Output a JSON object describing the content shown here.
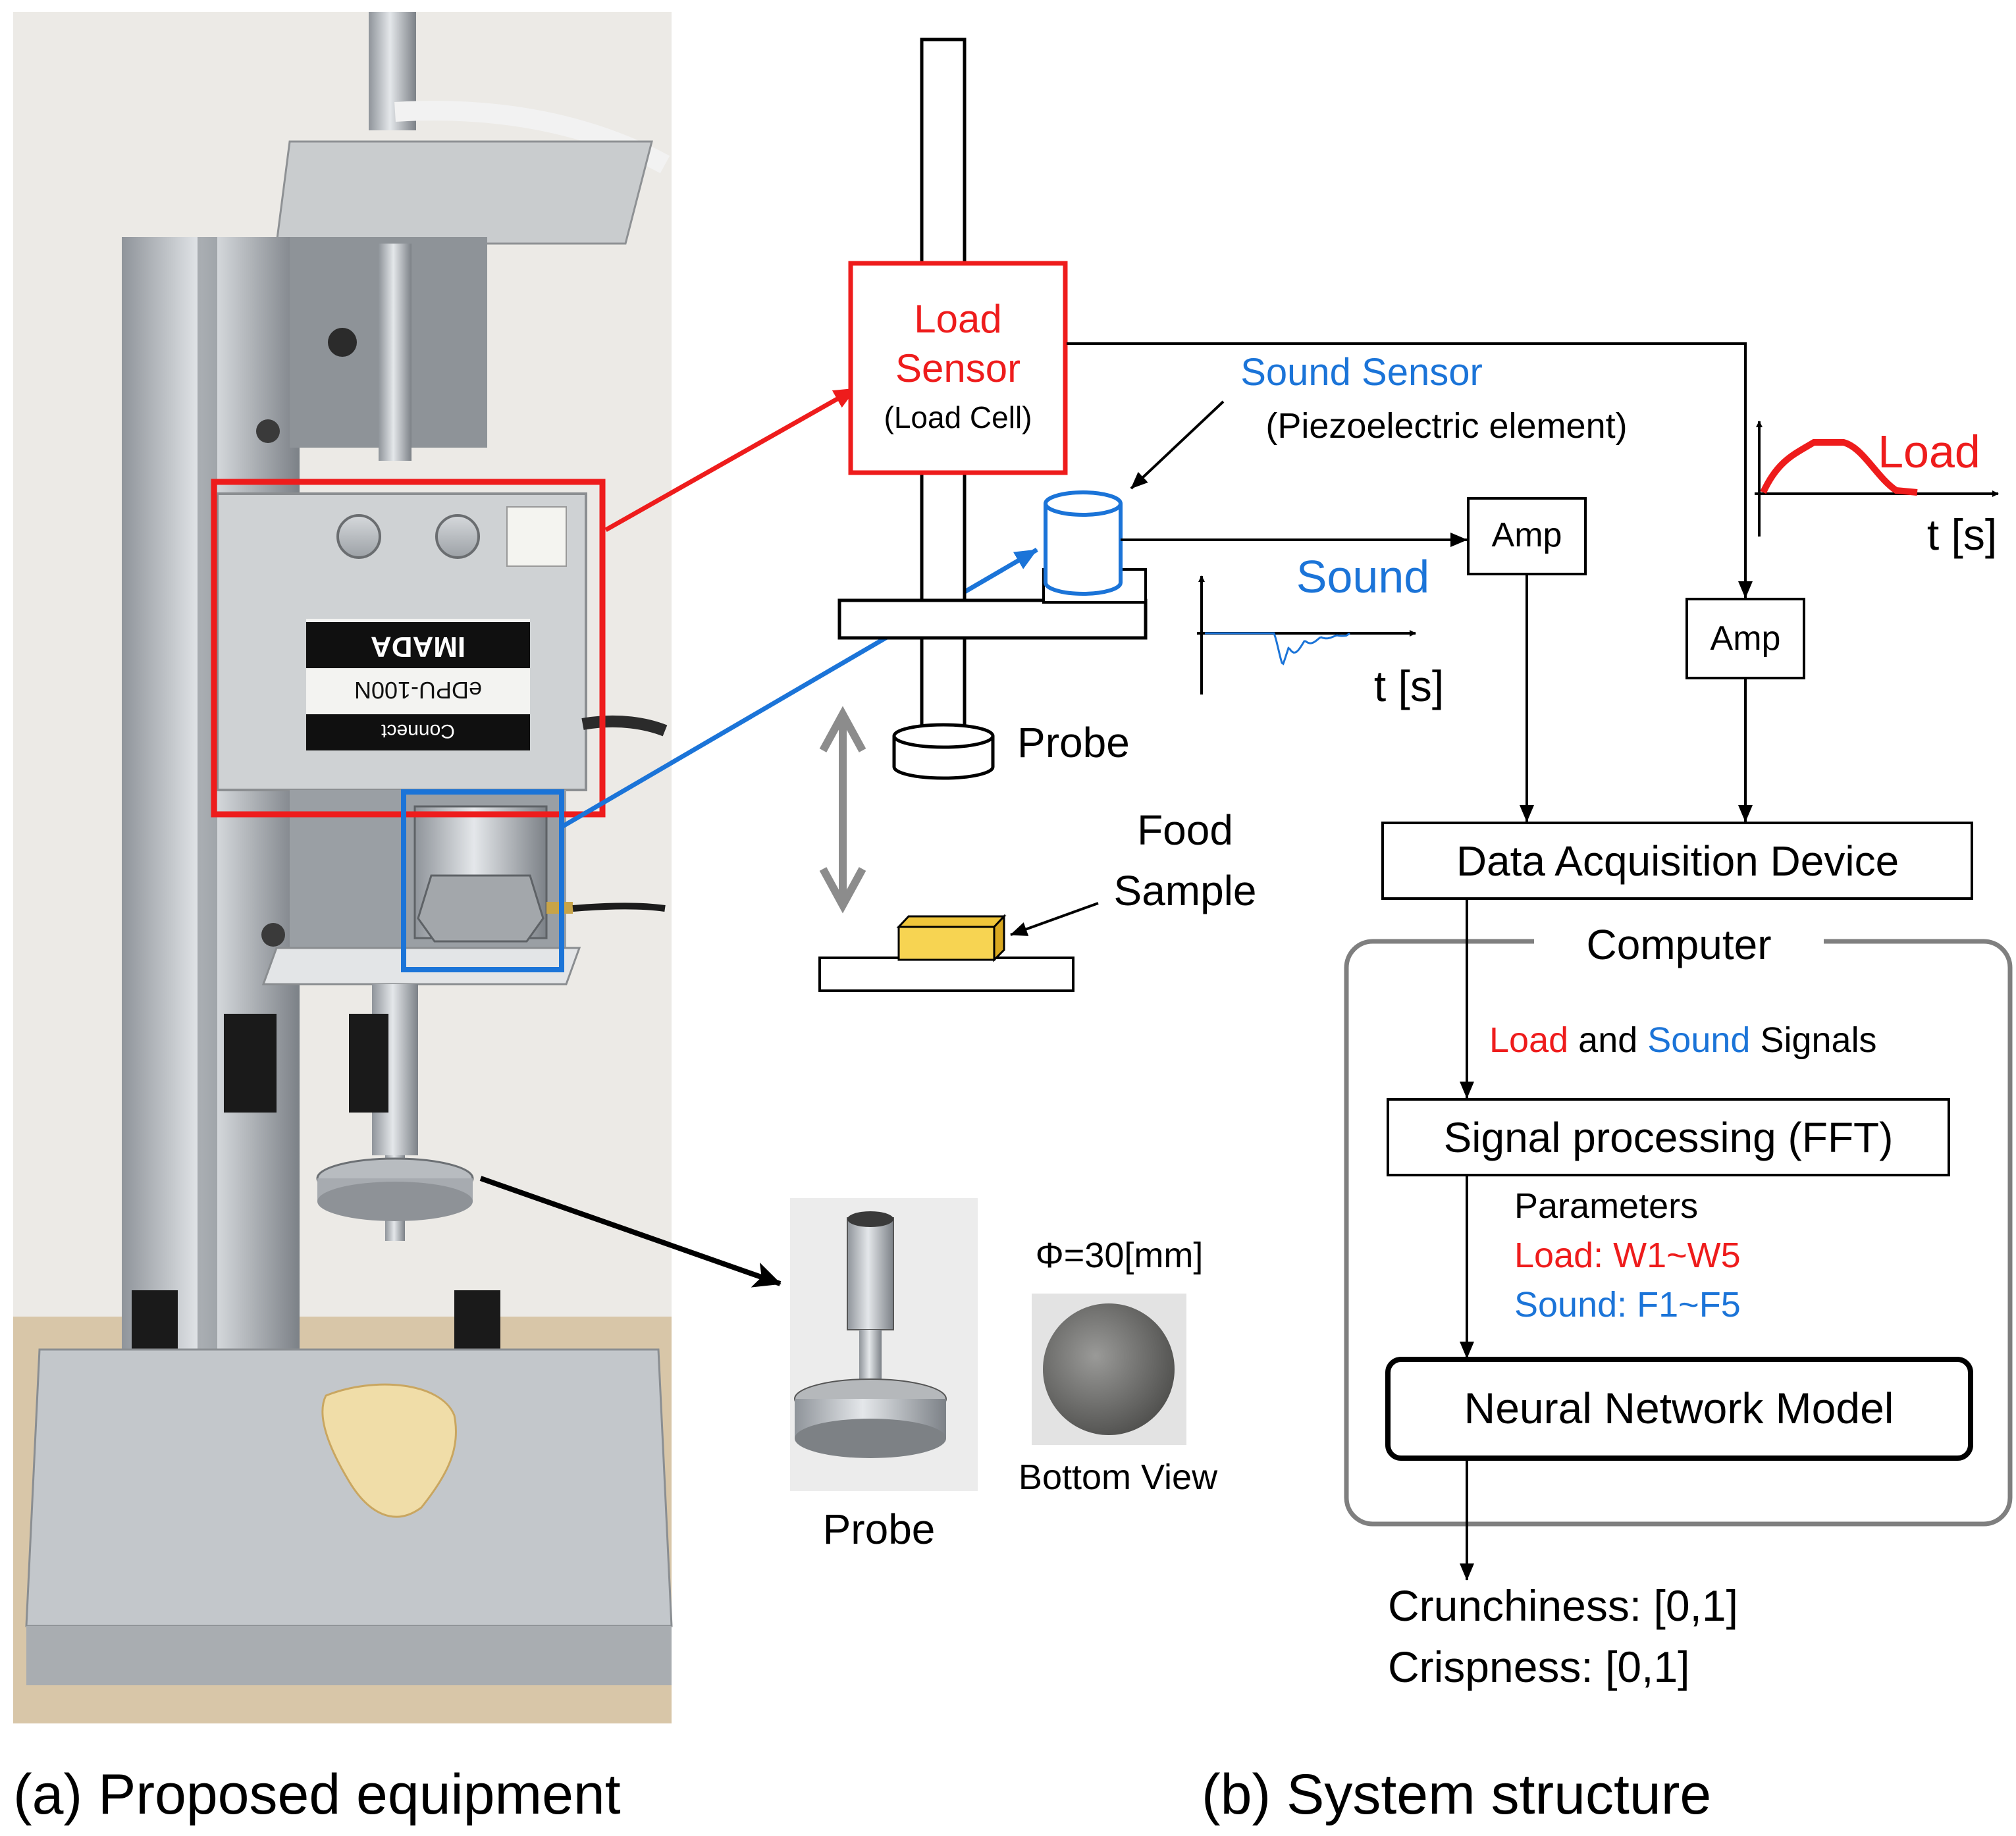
{
  "colors": {
    "red": "#ee1c1c",
    "blue": "#1b74d8",
    "black": "#000000",
    "gray_frame": "#7f7f7f",
    "gray_arrow": "#8c8c8c",
    "food_yellow": "#f7d452"
  },
  "photo_labels": {
    "model_brand": "IMADA",
    "model_number": "eDPU-100N",
    "model_connect": "Connect",
    "probe_diameter": "Φ=30[mm]",
    "bottom_view": "Bottom View",
    "probe": "Probe"
  },
  "apparatus": {
    "load_sensor_line1": "Load",
    "load_sensor_line2": "Sensor",
    "load_sensor_sub": "(Load Cell)",
    "sound_sensor": "Sound Sensor",
    "sound_sensor_sub": "(Piezoelectric element)",
    "probe": "Probe",
    "food_line1": "Food",
    "food_line2": "Sample"
  },
  "signals": {
    "sound_label": "Sound",
    "sound_axis": "t [s]",
    "load_label": "Load",
    "load_axis": "t [s]"
  },
  "pipeline": {
    "amp_sound": "Amp",
    "amp_load": "Amp",
    "daq": "Data Acquisition Device",
    "computer": "Computer",
    "signals_load": "Load",
    "signals_and": "and",
    "signals_sound": "Sound",
    "signals_tail": "Signals",
    "fft": "Signal processing (FFT)",
    "parameters": "Parameters",
    "param_load": "Load: W1~W5",
    "param_sound": "Sound: F1~F5",
    "nn": "Neural Network Model",
    "out_crunchiness": "Crunchiness: [0,1]",
    "out_crispness": "Crispness: [0,1]"
  },
  "captions": {
    "a": "(a) Proposed equipment",
    "b": "(b) System structure"
  }
}
